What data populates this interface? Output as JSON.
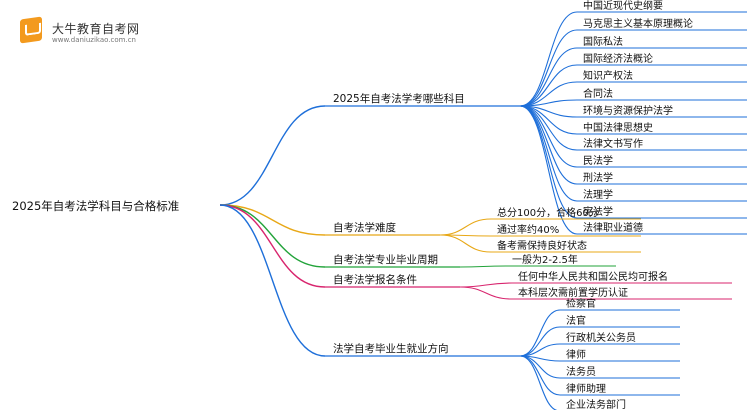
{
  "brand": {
    "name": "大牛教育自考网",
    "url": "www.daniuzikao.com.cn"
  },
  "root": "2025年自考法学科目与合格标准",
  "branches": [
    {
      "label": "2025年自考法学考哪些科目",
      "color": "#1e6fd9",
      "children": [
        "中国近现代史纲要",
        "马克思主义基本原理概论",
        "国际私法",
        "国际经济法概论",
        "知识产权法",
        "合同法",
        "环境与资源保护法学",
        "中国法律思想史",
        "法律文书写作",
        "民法学",
        "刑法学",
        "法理学",
        "宪法学",
        "法律职业道德"
      ]
    },
    {
      "label": "自考法学难度",
      "color": "#e8a817",
      "children": [
        "总分100分，合格60分",
        "通过率约40%",
        "备考需保持良好状态"
      ]
    },
    {
      "label": "自考法学专业毕业周期",
      "color": "#22a33a",
      "children": [
        "一般为2-2.5年"
      ]
    },
    {
      "label": "自考法学报名条件",
      "color": "#d8256e",
      "children": [
        "任何中华人民共和国公民均可报名",
        "本科层次需前置学历认证"
      ]
    },
    {
      "label": "法学自考毕业生就业方向",
      "color": "#1e6fd9",
      "children": [
        "检察官",
        "法官",
        "行政机关公务员",
        "律师",
        "法务员",
        "律师助理",
        "企业法务部门"
      ]
    }
  ]
}
